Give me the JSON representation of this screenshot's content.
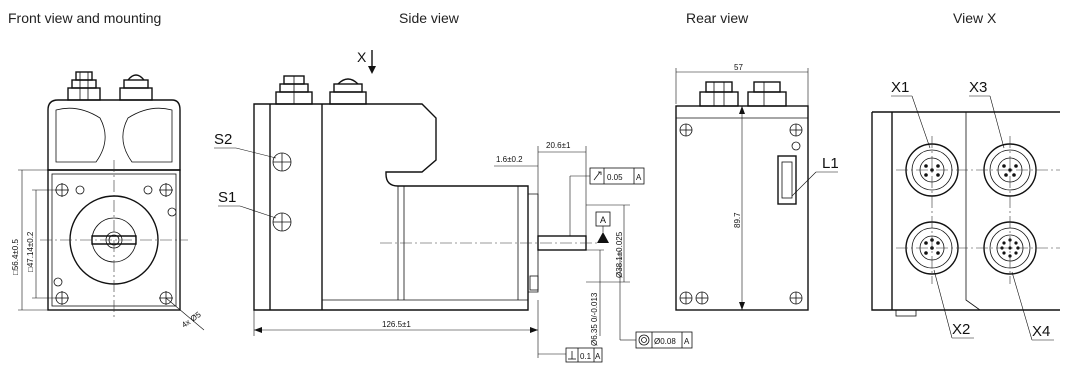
{
  "views": {
    "front": "Front view and mounting",
    "side": "Side view",
    "rear": "Rear view",
    "x": "View X"
  },
  "front_dims": {
    "outer": "□56.4±0.5",
    "inner": "□47.14±0.2",
    "holes": "4x Ø5"
  },
  "side_dims": {
    "arrow_x": "X",
    "s2": "S2",
    "s1": "S1",
    "shaft_len": "20.6±1",
    "flange": "1.6±0.2",
    "runout": "0.05",
    "runout_ref": "A",
    "datum": "A",
    "pilot": "Ø38.1±0.025",
    "shaft_dia": "Ø6.35 0/-0.013",
    "length": "126.5±1",
    "concentricity": "Ø0.08",
    "conc_ref": "A",
    "perp": "0.1",
    "perp_ref": "A"
  },
  "rear_dims": {
    "width": "57",
    "height": "89.7",
    "l1": "L1"
  },
  "x_labels": {
    "x1": "X1",
    "x2": "X2",
    "x3": "X3",
    "x4": "X4"
  }
}
